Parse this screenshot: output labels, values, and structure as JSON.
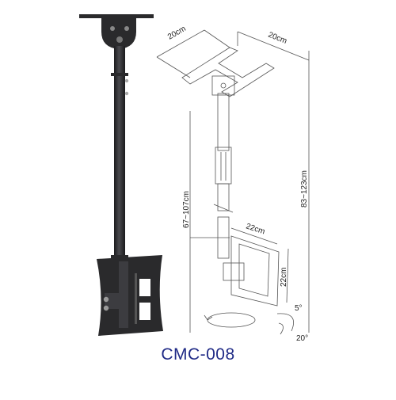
{
  "product": {
    "model": "CMC-008"
  },
  "dimensions": {
    "plate_width": "20cm",
    "plate_length": "20cm",
    "pole_range": "67~107cm",
    "total_range": "83~123cm",
    "vesa_width": "22cm",
    "vesa_height": "22cm",
    "tilt_up": "5°",
    "tilt_down": "20°"
  },
  "colors": {
    "mount": "#2a2a2c",
    "line": "#555555",
    "model_text": "#1f2a86"
  }
}
